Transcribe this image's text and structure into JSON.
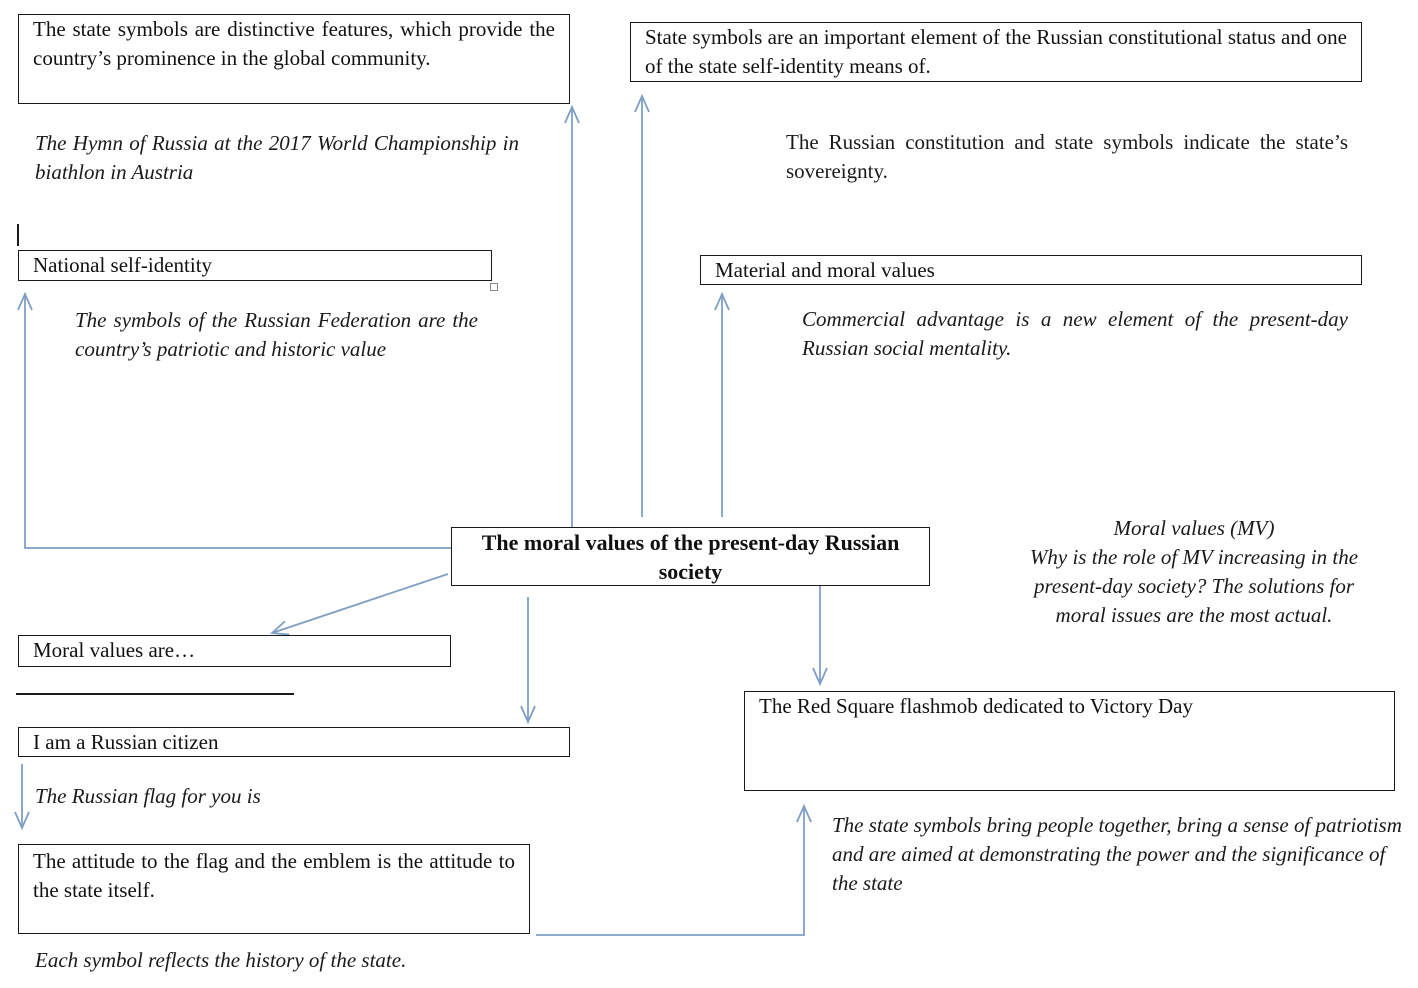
{
  "center_box": "The moral values of the present-day Russian society",
  "boxes": {
    "state_symbols_distinctive": "The state symbols are distinctive features, which provide the country’s prominence in the global community.",
    "state_symbols_constitutional": "State symbols are an important element of the Russian constitutional status and one of the state self-identity means of.",
    "national_self_identity": "National self-identity",
    "material_moral_values": "Material and moral values",
    "moral_values_are": "Moral values are…",
    "russian_citizen": "I am a Russian citizen",
    "attitude_flag_emblem": "The attitude to the flag and the emblem is the attitude to the state itself.",
    "red_square_flashmob": "The Red Square flashmob dedicated to Victory Day"
  },
  "notes": {
    "hymn_biathlon": "The Hymn of Russia at the 2017 World Championship in biathlon in Austria",
    "constitution_sovereignty": "The Russian constitution and state symbols indicate the state’s sovereignty.",
    "symbols_patriotic_historic": "The symbols of the Russian Federation are the country’s patriotic and historic value",
    "commercial_advantage": "Commercial advantage is a new element of the present-day Russian social mentality.",
    "moral_values_mv_title": "Moral values (MV)",
    "moral_values_mv_question": "Why is the role of MV increasing in the present-day society? The solutions for moral issues are the most actual.",
    "russian_flag_for_you": "The Russian flag for you is",
    "symbols_bring_together": "The state symbols bring people together, bring a sense of patriotism and are aimed at demonstrating the power and the significance of the state",
    "symbol_reflects_history": "Each symbol reflects the history of the state."
  },
  "colors": {
    "arrow": "#7f9fc4",
    "box_border": "#1a1a1a",
    "text": "#111111"
  }
}
